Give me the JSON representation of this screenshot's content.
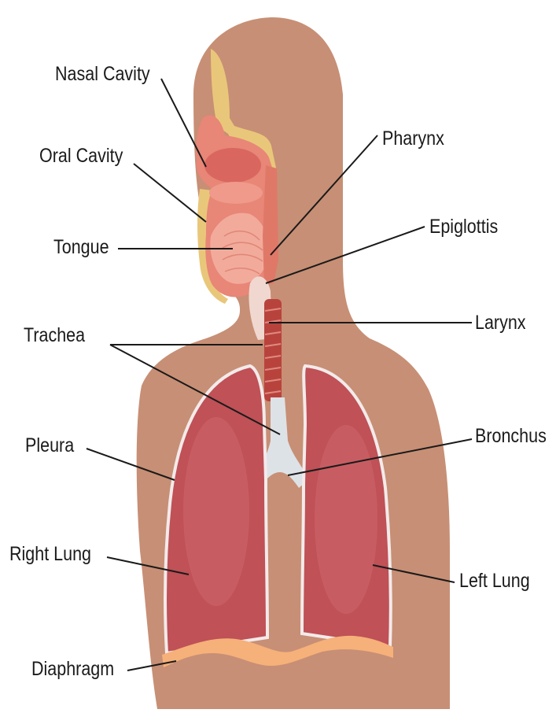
{
  "diagram": {
    "subject": "respiratory-system",
    "colors": {
      "skin": "#c78f75",
      "tissue": "#e88677",
      "lung": "#bf5157",
      "lung_outline": "#f3eaea",
      "bone": "#e9c77a",
      "diaphragm": "#f6b07a",
      "trachea": "#b8433d",
      "bronchus": "#dde2e6",
      "leader": "#1a1a1a"
    },
    "labels": {
      "nasal_cavity": "Nasal Cavity",
      "oral_cavity": "Oral Cavity",
      "tongue": "Tongue",
      "trachea": "Trachea",
      "pleura": "Pleura",
      "right_lung": "Right Lung",
      "diaphragm": "Diaphragm",
      "pharynx": "Pharynx",
      "epiglottis": "Epiglottis",
      "larynx": "Larynx",
      "bronchus": "Bronchus",
      "left_lung": "Left Lung"
    }
  }
}
